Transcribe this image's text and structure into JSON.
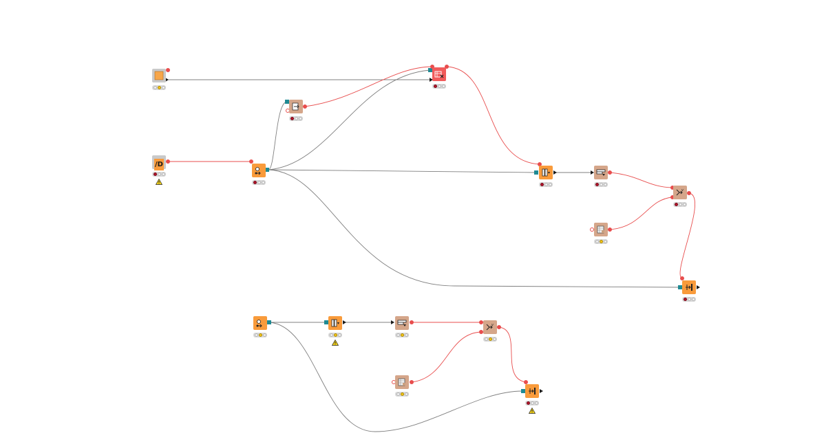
{
  "colors": {
    "table_port": "#1f8a93",
    "flow_var_port": "#e84d4d",
    "data_connection": "#7f7f7f",
    "flow_connection": "#e84d4d",
    "node_source": "#f99b3b",
    "node_manipulator": "#d5a68a",
    "node_loop": "#f99b3b",
    "node_error": "#f15b5b"
  },
  "nodes": [
    {
      "id": "n1",
      "kind": "source",
      "icon": "blank-node-icon",
      "status": [
        "off",
        "yellow",
        "off"
      ]
    },
    {
      "id": "n2",
      "kind": "error",
      "icon": "table-x-icon",
      "status": [
        "red",
        "off",
        "off"
      ]
    },
    {
      "id": "n3",
      "kind": "manipulator",
      "icon": "file-arrow-icon",
      "status": [
        "red",
        "off",
        "off"
      ]
    },
    {
      "id": "n4",
      "kind": "source",
      "icon": "path-d-icon",
      "glyph": "/D",
      "status": [
        "red",
        "off",
        "off"
      ],
      "warning": true
    },
    {
      "id": "n5",
      "kind": "source",
      "icon": "loop-start-icon",
      "status": [
        "red",
        "off",
        "off"
      ]
    },
    {
      "id": "n6",
      "kind": "source",
      "icon": "column-filter-icon",
      "status": [
        "red",
        "off",
        "off"
      ]
    },
    {
      "id": "n7",
      "kind": "manipulator",
      "icon": "row-filter-icon",
      "status": [
        "red",
        "off",
        "off"
      ]
    },
    {
      "id": "n8",
      "kind": "manipulator",
      "icon": "variable-merge-icon",
      "status": [
        "red",
        "off",
        "off"
      ]
    },
    {
      "id": "n9",
      "kind": "manipulator",
      "icon": "table-creator-icon",
      "status": [
        "off",
        "yellow",
        "off"
      ]
    },
    {
      "id": "n10",
      "kind": "source",
      "icon": "loop-end-icon",
      "status": [
        "red",
        "off",
        "off"
      ]
    },
    {
      "id": "n11",
      "kind": "source",
      "icon": "loop-start-icon",
      "status": [
        "off",
        "yellow",
        "off"
      ]
    },
    {
      "id": "n12",
      "kind": "source",
      "icon": "column-filter-icon",
      "status": [
        "off",
        "yellow",
        "off"
      ],
      "warning": true
    },
    {
      "id": "n13",
      "kind": "manipulator",
      "icon": "row-filter-icon",
      "status": [
        "off",
        "yellow",
        "off"
      ]
    },
    {
      "id": "n14",
      "kind": "manipulator",
      "icon": "variable-merge-icon",
      "status": [
        "off",
        "yellow",
        "off"
      ]
    },
    {
      "id": "n15",
      "kind": "manipulator",
      "icon": "table-creator-icon",
      "status": [
        "off",
        "yellow",
        "off"
      ]
    },
    {
      "id": "n16",
      "kind": "source",
      "icon": "loop-end-icon",
      "status": [
        "red",
        "off",
        "off"
      ],
      "warning": true
    }
  ]
}
